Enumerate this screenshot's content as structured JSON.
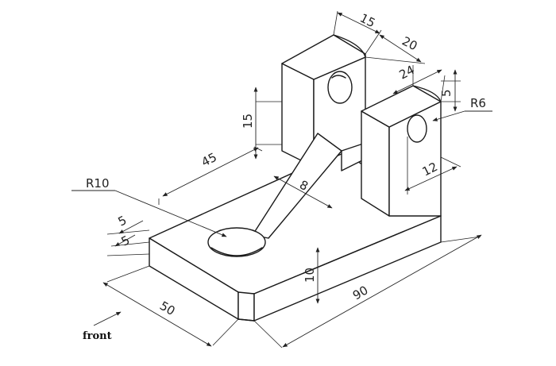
{
  "dimensions": {
    "top_width": "15",
    "top_depth": "20",
    "ear_width": "24",
    "ear_offset": "5",
    "ear_radius": "R6",
    "block_height": "15",
    "base_length_45": "45",
    "hole_radius": "R10",
    "rib_width": "8",
    "ear_height": "12",
    "edge_5a": "5",
    "edge_5b": "5",
    "base_thickness": "10",
    "base_width": "50",
    "total_length": "90"
  },
  "view_label": "front"
}
